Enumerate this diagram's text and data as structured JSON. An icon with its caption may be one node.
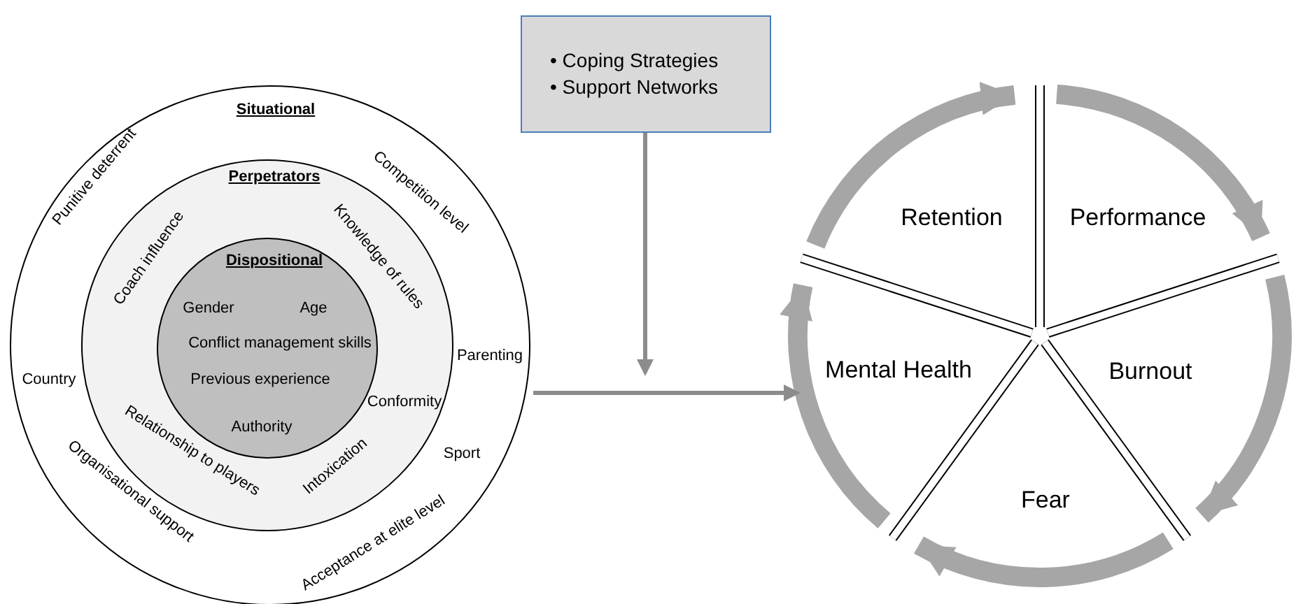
{
  "diagram": {
    "nodes": [
      {
        "text": [
          "Situational"
        ]
      },
      {
        "text": [
          "Perpetrators"
        ],
        "in": 0
      },
      {
        "text": [
          "Dispositional"
        ],
        "in": 1
      },
      {
        "text": [
          "• Coping Strategies",
          "• Support Networks"
        ]
      },
      {
        "text": [
          "Retention"
        ]
      },
      {
        "text": [
          "Performance"
        ]
      },
      {
        "text": [
          "Mental Health"
        ]
      },
      {
        "text": [
          "Burnout"
        ]
      },
      {
        "text": [
          "Fear"
        ]
      }
    ],
    "edges": [
      {
        "from": 3,
        "to": null,
        "arrow": "to"
      },
      {
        "from": 0,
        "to": 6,
        "arrow": "to"
      }
    ],
    "labels": [
      "Punitive deterrent",
      "Competition level",
      "Country",
      "Parenting",
      "Sport",
      "Organisational support",
      "Acceptance at elite level",
      "Coach influence",
      "Knowledge of rules",
      "Conformity",
      "Relationship to players",
      "Intoxication",
      "Gender",
      "Age",
      "Conflict management skills",
      "Previous experience",
      "Authority"
    ]
  }
}
